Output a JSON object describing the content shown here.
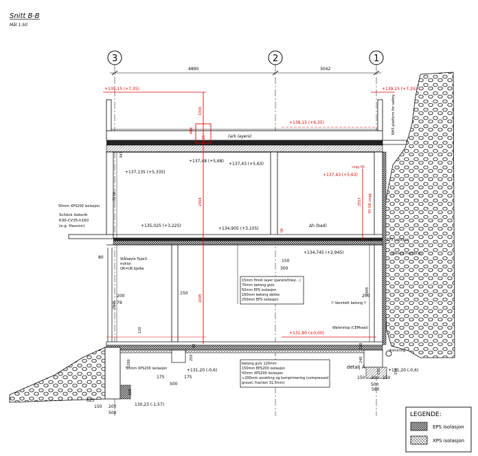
{
  "title": "Snitt B-B",
  "scale": "Mål 1:50",
  "grid_axes": [
    "3",
    "2",
    "1"
  ],
  "dimensions_top": [
    "4890",
    "3042"
  ],
  "levels_red": {
    "top_left": "+139,15 (+7,35)",
    "top_right": "+139,15 (+7,35)",
    "roof": "+138,15 (+6,35)",
    "right_floor": "+137,43 (+5,63)",
    "ground": "+131,80 (±0,00)"
  },
  "levels_black": {
    "l1": "+137,48 (+5,68)",
    "l2": "+137,43 (+5,63)",
    "l3": "+137,135 (+5,335)",
    "l4": "+135,025 (+3,225)",
    "l5": "+134,905 (+3,105)",
    "l6": "+134,745 (+2,945)",
    "f1": "+131,20 (-0,6)",
    "f2": "+131,20 (-0,6)",
    "f3": "130,23 (-1,57)"
  },
  "texts": {
    "ark_layers": "(ark layers)",
    "nhs": "NHS platform for safety",
    "bad": "Δh (bad)",
    "eps": "EPS isolasjon",
    "drenert": "drenert membran",
    "vanntett": "!! Vanntett betong !!",
    "waterstop": "Waterstop (CEMseal)",
    "drenering": "drenering",
    "detalj": "detalj A",
    "xps50": "50mm XPS200 isolasjon",
    "schock": "Schöck Isokorb",
    "schock2": "K30-CV35-h160",
    "schock3": "(e.g. Haucon)",
    "stal": "Stålsøyle Type3",
    "stal2": "m/klor",
    "stal3": "OK=UK bjelke",
    "xps_low": "50mm XPS200 isolasjon",
    "red_v1": "ARK",
    "red_v2": "fill OK vegg",
    "red_v3": "vegg OK",
    "red_v4": "0K"
  },
  "layers_floor": [
    "15mm finish layer (panels/tiles/...)",
    "70mm betong gulv",
    "50mm EPS isolasjon",
    "160mm betong dekke",
    "250mm EPS isolasjon"
  ],
  "layers_ground": [
    "betong gulv 120mm",
    "150mm EPS200 isolasjon",
    "50mm XPS200 isolasjon",
    "≈200mm avretting og komprimering (compressed",
    "gravel, fraction 31,5mm)"
  ],
  "dim_labels": {
    "d1000": "1000",
    "d221": "221",
    "d2404": "2404",
    "d2695": "2695",
    "d2110": "2110",
    "d343": "343",
    "d2553": "2553",
    "d2945a": "2945",
    "d2945b": "2945",
    "d80": "80",
    "d200a": "200",
    "d79": "79",
    "d150a": "150",
    "d150b": "150",
    "d300": "300",
    "d200b": "200",
    "d120a": "120",
    "d1200": "1200",
    "d175a": "175",
    "d175b": "175",
    "d500a": "500",
    "d250": "250",
    "d90": "90",
    "d150c": "150",
    "d625": "625",
    "d150d": "150",
    "d200c": "200",
    "d500b": "500",
    "d150e": "150",
    "d200d": "200",
    "d150f": "150",
    "d500c": "500",
    "d240": "240",
    "d120b": "120",
    "d130": "130",
    "d150g": "150",
    "d580": "580"
  },
  "legend": {
    "title": "LEGENDE:",
    "items": [
      {
        "label": "EPS isolasjon",
        "pattern": "eps"
      },
      {
        "label": "XPS isolasjon",
        "pattern": "xps"
      }
    ]
  },
  "colors": {
    "line": "#000000",
    "red": "#e00000"
  }
}
